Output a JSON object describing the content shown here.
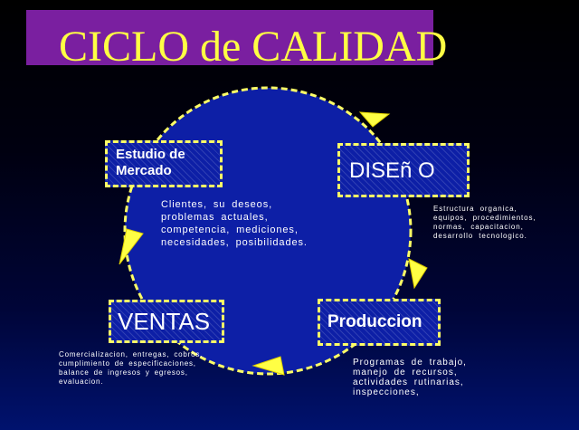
{
  "title": "CICLO de CALIDAD",
  "stages": {
    "estudio": {
      "label": "Estudio de\nMercado",
      "description": "Clientes, su deseos,\nproblemas actuales,\ncompetencia, mediciones,\nnecesidades, posibilidades."
    },
    "diseno": {
      "label": "DISEñ O",
      "description": "Estructura organica,\nequipos, procedimientos,\nnormas, capacitacion,\ndesarrollo tecnologico."
    },
    "produccion": {
      "label": "Produccion",
      "description": "Programas de trabajo,\nmanejo de recursos,\nactividades rutinarias,\ninspecciones,"
    },
    "ventas": {
      "label": "VENTAS",
      "description": "Comercializacion, entregas, cobros,\ncumplimiento de especificaciones,\nbalance de ingresos y egresos,\nevaluacion."
    }
  },
  "colors": {
    "title_bg": "#7a1fa0",
    "title_text": "#ffff44",
    "circle_fill": "#0d1fa6",
    "dashed_accent": "#ffff66",
    "arrow_fill": "#ffff44"
  },
  "icons": [
    "cycle-arrow-icon"
  ]
}
